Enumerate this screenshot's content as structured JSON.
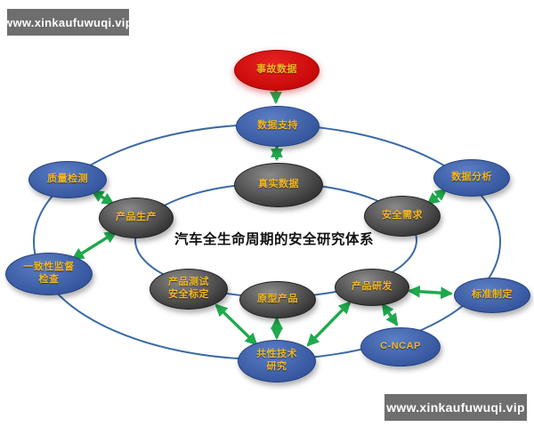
{
  "watermark_top": {
    "text": "www.xinkaufuwuqi.vip"
  },
  "watermark_bottom": {
    "text": "www.xinkaufuwuqi.vip"
  },
  "title": "汽车全生命周期的安全研究体系",
  "nodes": {
    "accident_data": {
      "label": "事故数据",
      "type": "red"
    },
    "data_support": {
      "label": "数据支持",
      "type": "blue"
    },
    "real_data": {
      "label": "真实数据",
      "type": "gray"
    },
    "quality_inspection": {
      "label": "质量检测",
      "type": "blue"
    },
    "product_production": {
      "label": "产品生产",
      "type": "gray"
    },
    "data_analysis": {
      "label": "数据分析",
      "type": "blue"
    },
    "safety_requirements": {
      "label": "安全需求",
      "type": "gray"
    },
    "consistency_supervision": {
      "label": "一致性监督\n检查",
      "type": "blue"
    },
    "product_testing": {
      "label": "产品测试\n安全标定",
      "type": "gray"
    },
    "prototype_product": {
      "label": "原型产品",
      "type": "gray"
    },
    "product_rd": {
      "label": "产品研发",
      "type": "gray"
    },
    "standard_setting": {
      "label": "标准制定",
      "type": "blue"
    },
    "common_technology": {
      "label": "共性技术\n研究",
      "type": "blue"
    },
    "cncap": {
      "label": "C-NCAP",
      "type": "blue"
    }
  },
  "colors": {
    "node-blue": "#33549c",
    "node-blue-light": "#5b7ec4",
    "node-gray-dark": "#2e2e2e",
    "node-gray-light": "#8a8a8a",
    "node-red": "#c40606",
    "node-red-light": "#ea2222",
    "label-yellow": "#f2b722",
    "arrow-green": "#1fa94d",
    "ring-blue": "#3a6aa5",
    "title-black": "#111111",
    "watermark-bg": "#6e6e6e",
    "watermark-text": "#ffffff"
  }
}
